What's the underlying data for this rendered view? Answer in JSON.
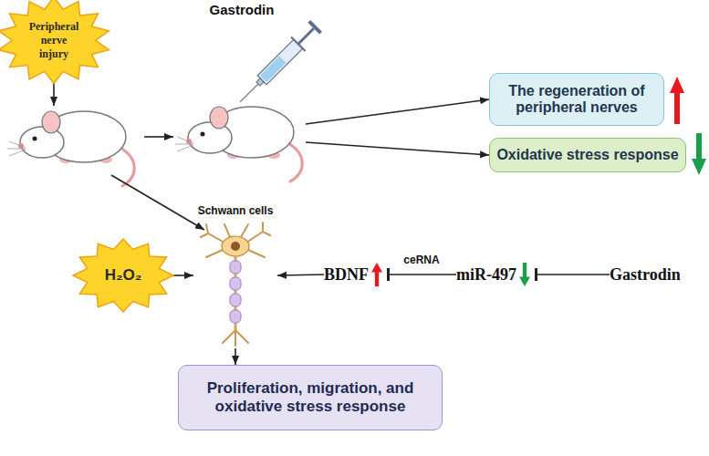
{
  "diagram": {
    "nodes": [
      {
        "text": [
          "Peripheral nerve injury"
        ]
      },
      {
        "text": [
          "Gastrodin"
        ]
      },
      {
        "text": [
          "The regeneration of peripheral nerves"
        ]
      },
      {
        "text": [
          "Oxidative stress response"
        ]
      },
      {
        "text": [
          "Schwann cells"
        ]
      },
      {
        "text": [
          "H₂O₂"
        ]
      },
      {
        "text": [
          "BDNF"
        ]
      },
      {
        "text": [
          "miR-497"
        ]
      },
      {
        "text": [
          "Gastrodin"
        ]
      },
      {
        "text": [
          "Proliferation, migration, and oxidative stress response"
        ]
      }
    ],
    "edges": [
      {
        "from": 1,
        "to": 2,
        "arrow": "to"
      },
      {
        "from": 1,
        "to": 3,
        "arrow": "to"
      },
      {
        "from": 5,
        "to": 4,
        "arrow": "to"
      },
      {
        "from": 6,
        "to": 4,
        "arrow": "to"
      },
      {
        "from": 7,
        "to": 6,
        "arrow": "to",
        "label": "ceRNA"
      },
      {
        "from": 8,
        "to": 7,
        "arrow": "to"
      },
      {
        "from": 4,
        "to": 9,
        "arrow": "to"
      }
    ]
  }
}
